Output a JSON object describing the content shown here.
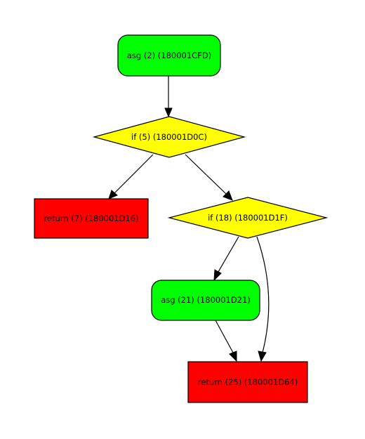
{
  "colors": {
    "assign": "#00ff00",
    "condition": "#ffff00",
    "return": "#ff0000",
    "edge": "#000000"
  },
  "nodes": [
    {
      "id": "n2",
      "type": "assign",
      "shape": "rounded-rect",
      "label": "asg (2) (180001CFD)"
    },
    {
      "id": "n5",
      "type": "condition",
      "shape": "diamond",
      "label": "if (5) (180001D0C)"
    },
    {
      "id": "n7",
      "type": "return",
      "shape": "rect",
      "label": "return (7) (180001D16)"
    },
    {
      "id": "n18",
      "type": "condition",
      "shape": "diamond",
      "label": "if (18) (180001D1F)"
    },
    {
      "id": "n21",
      "type": "assign",
      "shape": "rounded-rect",
      "label": "asg (21) (180001D21)"
    },
    {
      "id": "n25",
      "type": "return",
      "shape": "rect",
      "label": "return (25) (180001D64)"
    }
  ],
  "edges": [
    {
      "from": "n2",
      "to": "n5"
    },
    {
      "from": "n5",
      "to": "n7"
    },
    {
      "from": "n5",
      "to": "n18"
    },
    {
      "from": "n18",
      "to": "n21"
    },
    {
      "from": "n18",
      "to": "n25"
    },
    {
      "from": "n21",
      "to": "n25"
    }
  ]
}
